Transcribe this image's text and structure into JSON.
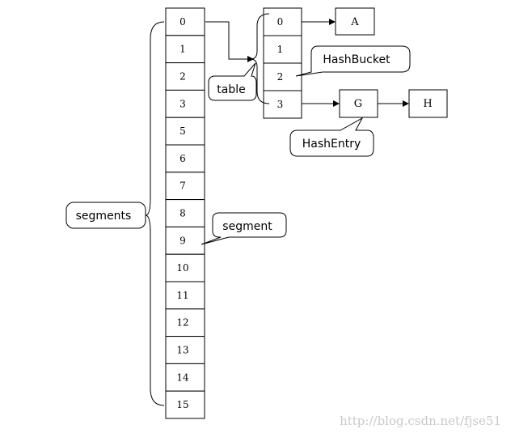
{
  "segments_array": {
    "labels": [
      "0",
      "1",
      "2",
      "3",
      "5",
      "6",
      "7",
      "8",
      "9",
      "10",
      "11",
      "12",
      "13",
      "14",
      "15"
    ]
  },
  "table_array": {
    "labels": [
      "0",
      "1",
      "2",
      "3"
    ]
  },
  "nodes": {
    "a": "A",
    "g": "G",
    "h": "H"
  },
  "callouts": {
    "segments": "segments",
    "table": "table",
    "segment": "segment",
    "hash_bucket": "HashBucket",
    "hash_entry": "HashEntry"
  },
  "watermark": "http://blog.csdn.net/fjse51"
}
